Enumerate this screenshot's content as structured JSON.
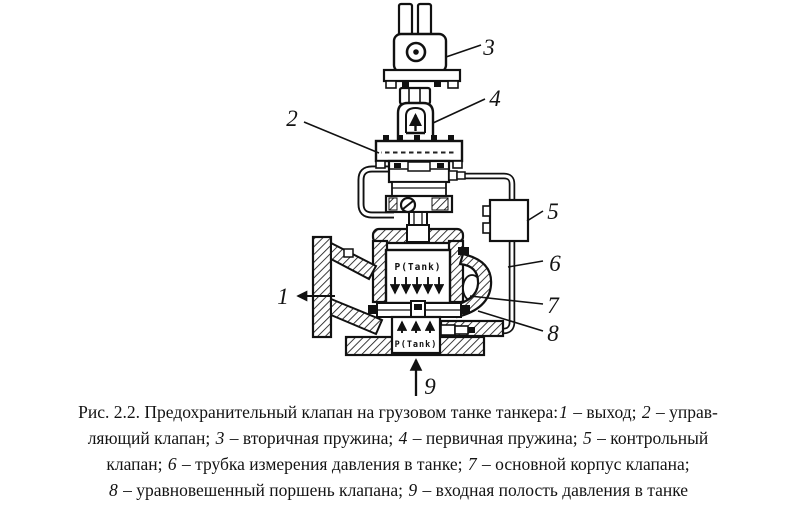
{
  "figure": {
    "number": "2.2",
    "diagram": {
      "pressure_text_upper": "P(Tank)",
      "pressure_text_lower": "P(Tank)",
      "labels": {
        "outlet": "1",
        "pilot_valve": "2",
        "secondary_spring": "3",
        "primary_spring": "4",
        "control_valve": "5",
        "tank_pressure_tube": "6",
        "main_valve_body": "7",
        "balanced_piston": "8",
        "inlet_tank_pressure": "9"
      }
    },
    "caption": {
      "lines": [
        {
          "segments": [
            {
              "text": "Рис. 2.2. Предохранительный клапан на грузовом танке танкера:"
            },
            {
              "text": "1",
              "italic": true
            },
            {
              "text": " – выход; "
            },
            {
              "text": "2",
              "italic": true
            },
            {
              "text": " –  управ-"
            }
          ]
        },
        {
          "segments": [
            {
              "text": "ляющий клапан; "
            },
            {
              "text": "3",
              "italic": true
            },
            {
              "text": " – вторичная пружина; "
            },
            {
              "text": "4",
              "italic": true
            },
            {
              "text": " – первичная пружина; "
            },
            {
              "text": "5",
              "italic": true
            },
            {
              "text": " – контрольный"
            }
          ]
        },
        {
          "segments": [
            {
              "text": "клапан; "
            },
            {
              "text": "6",
              "italic": true
            },
            {
              "text": " –  трубка измерения давления в танке; "
            },
            {
              "text": "7",
              "italic": true
            },
            {
              "text": " – основной корпус клапана;"
            }
          ]
        },
        {
          "segments": [
            {
              "text": "8",
              "italic": true
            },
            {
              "text": " – уравновешенный поршень клапана; "
            },
            {
              "text": "9",
              "italic": true
            },
            {
              "text": " – входная полость давления в танке"
            }
          ]
        }
      ]
    }
  }
}
